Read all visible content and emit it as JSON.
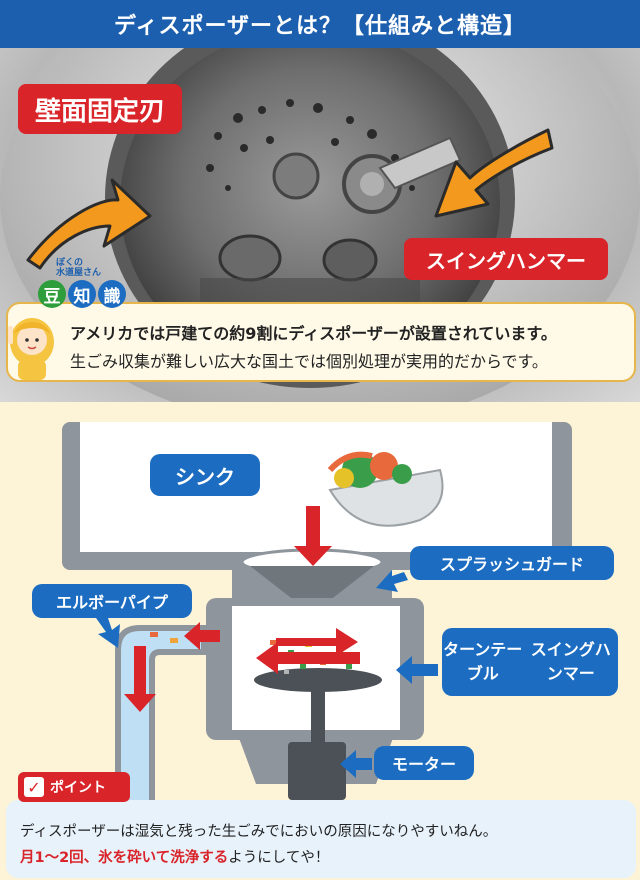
{
  "header": {
    "title": "ディスポーザーとは？【仕組みと構造】"
  },
  "photo": {
    "label_fixed_blade": "壁面固定刃",
    "label_swing_hammer": "スイングハンマー"
  },
  "trivia": {
    "badge_small_top": "ぼくの",
    "badge_small_bottom": "水道屋さん",
    "badge_chars": [
      "豆",
      "知",
      "識"
    ],
    "line1": "アメリカでは戸建ての約9割にディスポーザーが設置されています。",
    "line2": "生ごみ収集が難しい広大な国土では個別処理が実用的だからです。"
  },
  "diagram": {
    "sink": "シンク",
    "splash_guard": "スプラッシュガード",
    "elbow_pipe": "エルボーパイプ",
    "turntable_line1": "ターンテーブル",
    "turntable_line2": "スイングハンマー",
    "motor": "モーター"
  },
  "point": {
    "tag": "ポイント",
    "line1": "ディスポーザーは湿気と残った生ごみでにおいの原因になりやすいねん。",
    "line2_em": "月1〜2回、氷を砕いて洗浄する",
    "line2_rest": "ようにしてや！"
  },
  "colors": {
    "header_blue": "#1c5fae",
    "label_blue": "#1c6dc2",
    "accent_red": "#d9242a",
    "arrow_orange": "#f39a1e",
    "cream_bg": "#fdf4d7"
  }
}
